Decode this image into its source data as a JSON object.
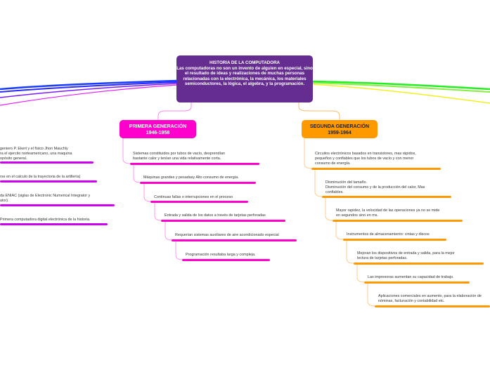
{
  "central": {
    "title": "HISTORIA DE LA COMPUTADORA",
    "text": "Las computadoras no son un invento de alguien en especial, sino el resultado de ideas y realizaciones de muchas personas relacionadas con la electrónica, la mecánica, los materiales semiconductores, la lógica, el algebra, y la programación."
  },
  "colors": {
    "central": "#662d91",
    "first": "#ff00cc",
    "second": "#ff9900",
    "left": "#cc00ee"
  },
  "left_items": [
    "geniero P. Ekert y el físico Jhon Mauchly\nra el ejercito norteamericano, una maquina\nopósito general.",
    "rse en el calculo de la trayectoria de la artillería)",
    "da ENIAC (siglas de Electronic Numerical Integrator y\nator).",
    "Primera computadora digital electrónica de la historia."
  ],
  "first": {
    "title": "PRIMERA GENERACIÓN\n1946-1958",
    "items": [
      "Sistemas constituidos por tubos de vacío, desprendían\nbastante calor y tenían una vida relativamente corta.",
      "Máquinas grandes y pesadasy Alto consumo de energía.",
      "Continuas fallas o interrupciones en el proceso",
      "Entrada y salida de los datos a través de tarjetas perforadas",
      "Requerían sistemas auxiliares de aire acondicionado especial",
      "Programación resultaba larga y compleja."
    ]
  },
  "second": {
    "title": "SEGUNDA GENERACIÓN\n1959-1964",
    "items": [
      "Circuitos electrónicos basados en transistores, mas rápidos,\npequeños y confiables que los tubos de vacío y con menor\nconsumo de energía.",
      "Disminución del tamaño.\nDisminución del consumo y de la producción del calor, Mas\nconfiables.",
      "Mayor rapidez, la velocidad de las operaciones ya no se mide\nen segundos sino en ms.",
      "Instrumentos de almacenamiento: cintas y discos",
      "Mejoran los dispositivos de entrada y salida, para la mejor\nlectura de tarjetas perforadas.",
      "Las impresoras aumentan su capacidad de trabajo.",
      "Aplicaciones comerciales en aumento, para la elaboración de\nnóminas, facturación y contabilidad etc."
    ]
  }
}
